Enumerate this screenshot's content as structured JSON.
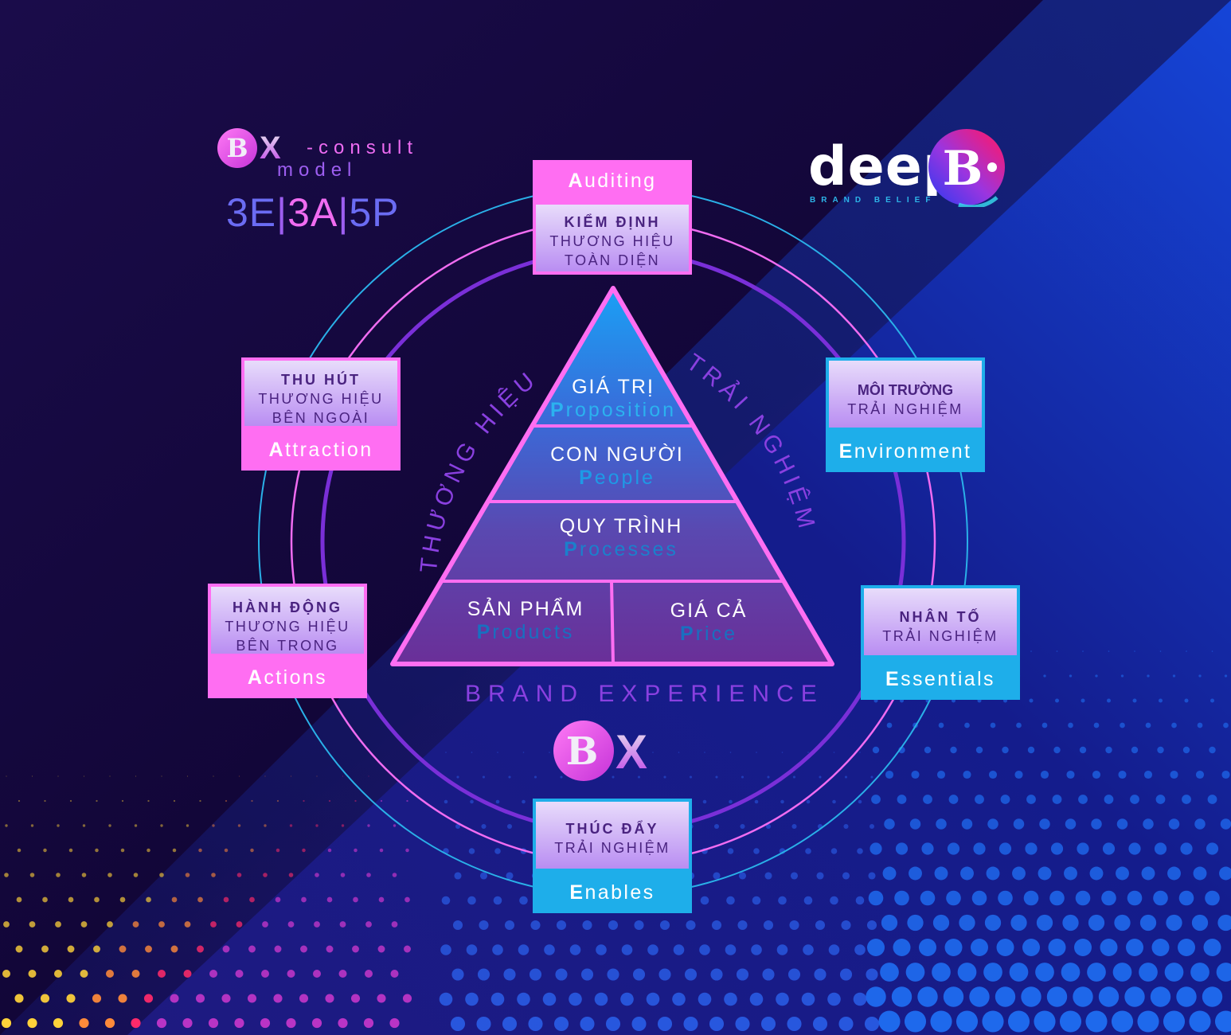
{
  "header": {
    "logo_left": {
      "mark": "B",
      "x_letter": "X",
      "consult": "-consult",
      "model": "model",
      "formula": [
        "3E",
        "|",
        "3A",
        "|",
        "5P"
      ]
    },
    "logo_right": {
      "word": "deep",
      "mark": "B",
      "tagline": "BRAND BELIEF"
    }
  },
  "colors": {
    "pink": "#ff6ef2",
    "cyan": "#1eaeea",
    "purple_text": "#4a2380",
    "violet": "#8a40e0",
    "bg_dark": "#150a45",
    "bg_blue": "#1a2aa8"
  },
  "cards": [
    {
      "id": "auditing",
      "accent": "pink",
      "en_initial": "A",
      "en_rest": "uditing",
      "vn_bold": "KIỂM ĐỊNH",
      "vn_lines": [
        "THƯƠNG HIỆU",
        "TOÀN DIỆN"
      ]
    },
    {
      "id": "attraction",
      "accent": "pink",
      "en_initial": "A",
      "en_rest": "ttraction",
      "vn_bold": "THU HÚT",
      "vn_lines": [
        "THƯƠNG HIỆU",
        "BÊN NGOÀI"
      ]
    },
    {
      "id": "actions",
      "accent": "pink",
      "en_initial": "A",
      "en_rest": "ctions",
      "vn_bold": "HÀNH ĐỘNG",
      "vn_lines": [
        "THƯƠNG HIỆU",
        "BÊN TRONG"
      ]
    },
    {
      "id": "environment",
      "accent": "cyan",
      "en_initial": "E",
      "en_rest": "nvironment",
      "vn_bold": "MÔI TRƯỜNG",
      "vn_lines": [
        "TRẢI NGHIỆM"
      ]
    },
    {
      "id": "essentials",
      "accent": "cyan",
      "en_initial": "E",
      "en_rest": "ssentials",
      "vn_bold": "NHÂN TỐ",
      "vn_lines": [
        "TRẢI NGHIỆM"
      ]
    },
    {
      "id": "enables",
      "accent": "cyan",
      "en_initial": "E",
      "en_rest": "nables",
      "vn_bold": "THÚC ĐẨY",
      "vn_lines": [
        "TRẢI NGHIỆM"
      ]
    }
  ],
  "pyramid": {
    "left_label": "THƯƠNG HIỆU",
    "right_label": "TRẢI NGHIỆM",
    "levels": [
      {
        "vn": "GIÁ TRỊ",
        "en_initial": "P",
        "en_rest": "roposition"
      },
      {
        "vn": "CON NGƯỜI",
        "en_initial": "P",
        "en_rest": "eople"
      },
      {
        "vn": "QUY TRÌNH",
        "en_initial": "P",
        "en_rest": "rocesses"
      },
      {
        "vn": "SẢN PHẨM",
        "en_initial": "P",
        "en_rest": "roducts"
      },
      {
        "vn": "GIÁ CẢ",
        "en_initial": "P",
        "en_rest": "rice"
      }
    ]
  },
  "footer": {
    "brand_experience": "BRAND EXPERIENCE",
    "logo_mark": "B",
    "logo_x": "X"
  }
}
